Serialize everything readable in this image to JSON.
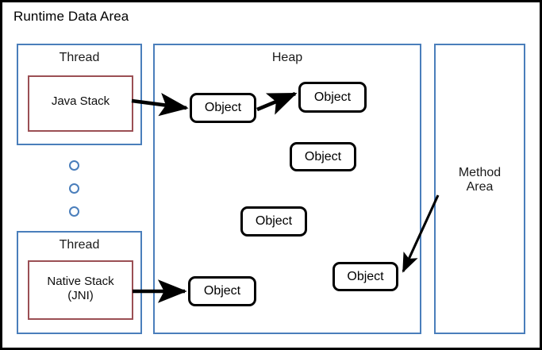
{
  "diagram": {
    "title": "Runtime Data Area",
    "colors": {
      "outer_border": "#000000",
      "container_border": "#4a7ebb",
      "stack_border": "#9b4f54",
      "object_border": "#000000",
      "arrow": "#000000",
      "background": "#ffffff"
    },
    "regions": {
      "thread_top": {
        "label": "Thread",
        "stack": {
          "label": "Java Stack"
        }
      },
      "thread_bottom": {
        "label": "Thread",
        "stack": {
          "label": "Native Stack\n(JNI)"
        }
      },
      "heap": {
        "label": "Heap"
      },
      "method_area": {
        "label": "Method\nArea"
      }
    },
    "objects": [
      {
        "id": "obj-1",
        "label": "Object"
      },
      {
        "id": "obj-2",
        "label": "Object"
      },
      {
        "id": "obj-3",
        "label": "Object"
      },
      {
        "id": "obj-4",
        "label": "Object"
      },
      {
        "id": "obj-5",
        "label": "Object"
      },
      {
        "id": "obj-6",
        "label": "Object"
      }
    ],
    "ellipsis": {
      "icon": "circle-outline-icon",
      "count": 3
    },
    "arrows": [
      {
        "id": "arrow-javastack-to-obj1",
        "from": "Java Stack",
        "to": "Object"
      },
      {
        "id": "arrow-obj1-to-obj2",
        "from": "Object",
        "to": "Object"
      },
      {
        "id": "arrow-nativestack-to-obj6",
        "from": "Native Stack (JNI)",
        "to": "Object"
      },
      {
        "id": "arrow-methodarea-to-obj5",
        "from": "Method Area",
        "to": "Object"
      }
    ]
  }
}
